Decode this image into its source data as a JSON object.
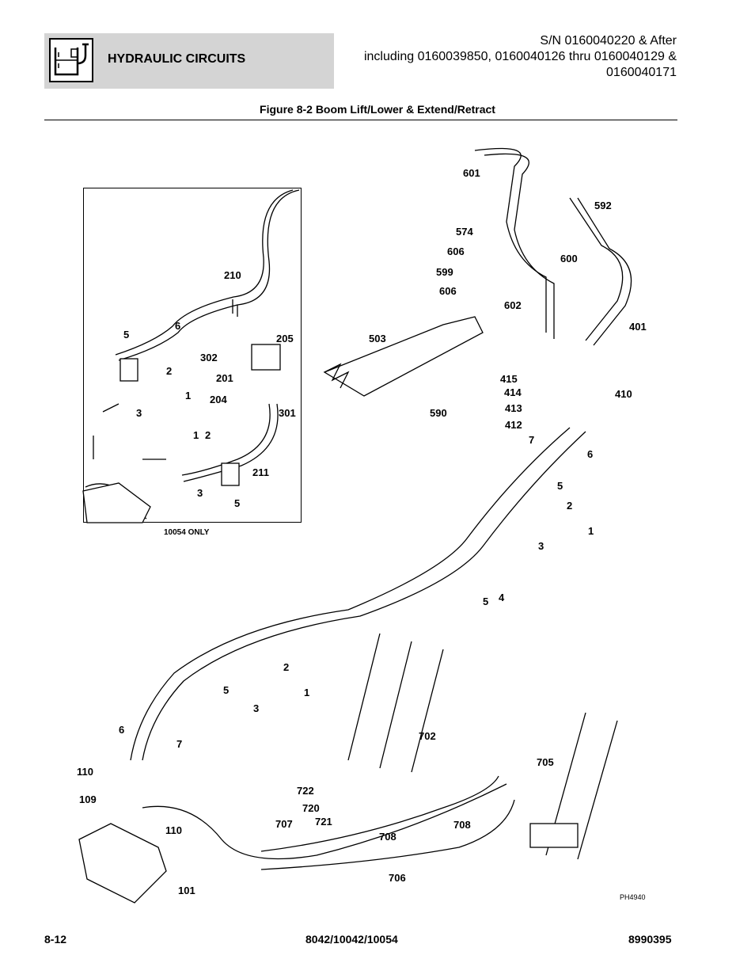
{
  "header": {
    "section_title": "HYDRAULIC CIRCUITS",
    "serial_lines": [
      "S/N 0160040220 & After",
      "including 0160039850, 0160040126 thru 0160040129 &",
      "0160040171"
    ],
    "icon": "hydraulic-reservoir-icon"
  },
  "figure": {
    "title": "Figure 8-2 Boom Lift/Lower & Extend/Retract",
    "inset_caption": "10054 ONLY",
    "drawing_id": "PH4940",
    "callouts": [
      "210",
      "6",
      "5",
      "205",
      "302",
      "2",
      "201",
      "1",
      "204",
      "3",
      "301",
      "1",
      "2",
      "211",
      "3",
      "5",
      "601",
      "592",
      "574",
      "606",
      "600",
      "599",
      "606",
      "602",
      "401",
      "503",
      "415",
      "410",
      "414",
      "413",
      "590",
      "412",
      "7",
      "6",
      "5",
      "2",
      "1",
      "3",
      "5",
      "4",
      "2",
      "5",
      "1",
      "3",
      "6",
      "7",
      "110",
      "702",
      "705",
      "109",
      "722",
      "720",
      "721",
      "110",
      "707",
      "708",
      "708",
      "706",
      "101"
    ]
  },
  "footer": {
    "page_number": "8-12",
    "models": "8042/10042/10054",
    "part_number": "8990395"
  }
}
